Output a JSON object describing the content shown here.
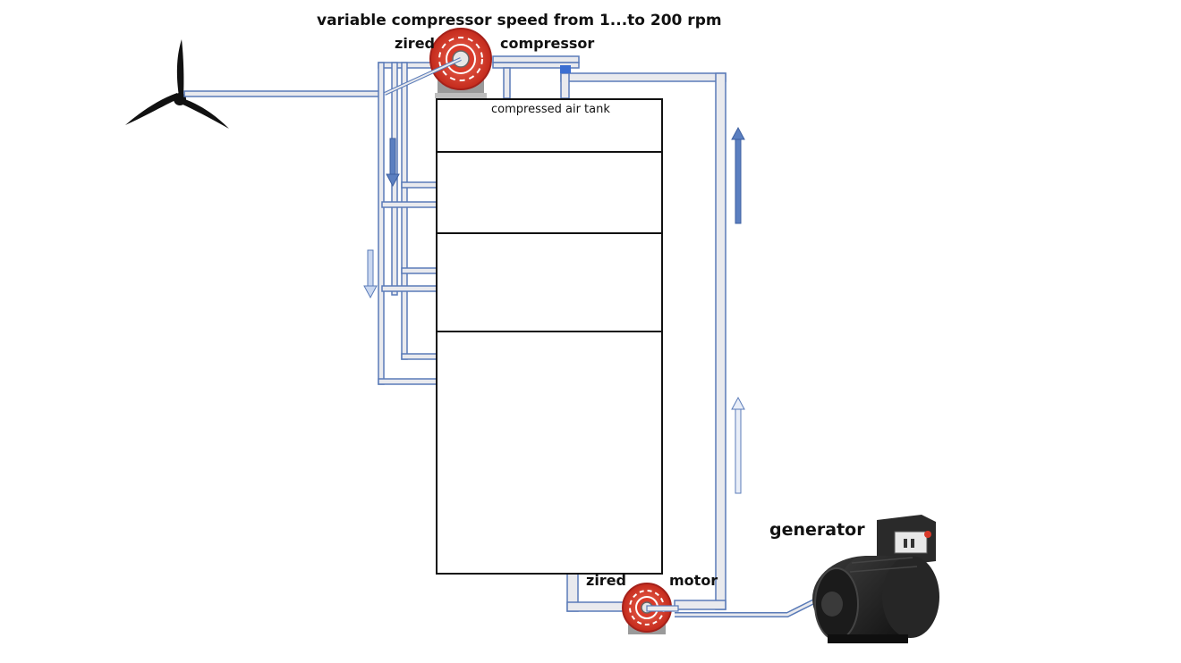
{
  "labels": {
    "title": "variable compressor speed from 1...to 200 rpm",
    "zired_top": "zired",
    "compressor": "compressor",
    "tank": "compressed air tank",
    "generator": "generator",
    "zired_bottom": "zired",
    "motor": "motor"
  },
  "colors": {
    "pipe_fill": "#e9eaee",
    "pipe_stroke": "#5a7bb8",
    "arrow_dark": "#5b7fc0",
    "arrow_light": "#c9d7f0",
    "gear_red": "#d93a2a",
    "tank_stroke": "#111111",
    "generator_body": "#1a1a1a"
  },
  "icons": [
    "wind-turbine-icon",
    "gear-icon",
    "generator-icon",
    "arrow-down-icon",
    "arrow-up-icon"
  ]
}
